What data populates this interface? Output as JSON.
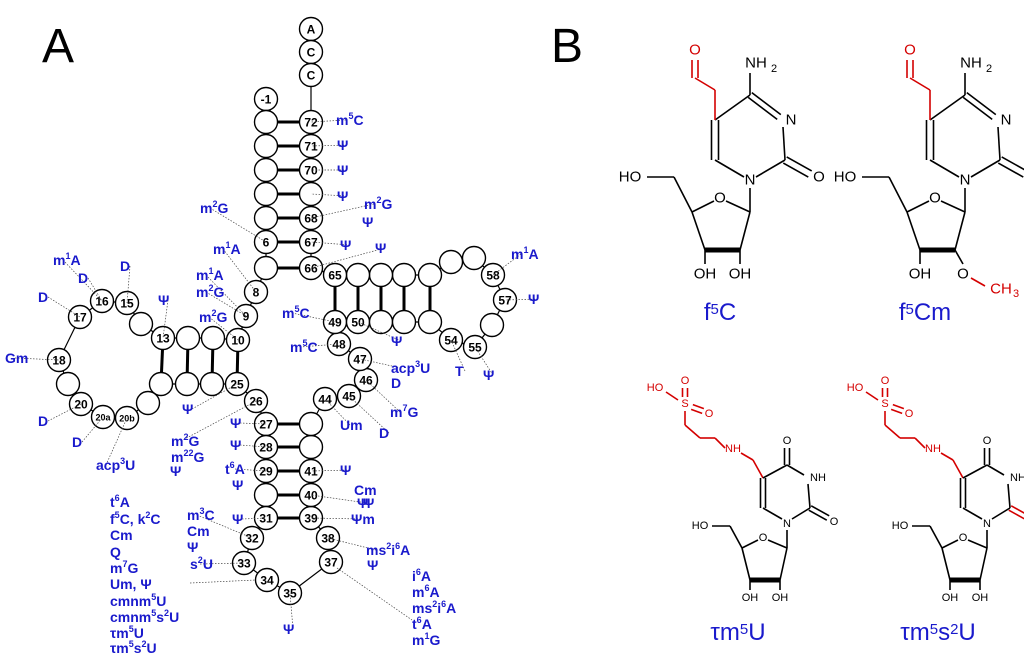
{
  "panels": {
    "a": "A",
    "b": "B"
  },
  "nucleotides": [
    {
      "id": "A",
      "label": "A"
    },
    {
      "id": "C1",
      "label": "C"
    },
    {
      "id": "C2",
      "label": "C"
    },
    {
      "id": "n-1",
      "label": "-1"
    },
    {
      "id": "n72",
      "label": "72"
    },
    {
      "id": "n71",
      "label": "71"
    },
    {
      "id": "n70",
      "label": "70"
    },
    {
      "id": "n68",
      "label": "68"
    },
    {
      "id": "n67",
      "label": "67"
    },
    {
      "id": "n66",
      "label": "66"
    },
    {
      "id": "n6",
      "label": "6"
    },
    {
      "id": "n8",
      "label": "8"
    },
    {
      "id": "n9",
      "label": "9"
    },
    {
      "id": "n10",
      "label": "10"
    },
    {
      "id": "n13",
      "label": "13"
    },
    {
      "id": "n15",
      "label": "15"
    },
    {
      "id": "n16",
      "label": "16"
    },
    {
      "id": "n17",
      "label": "17"
    },
    {
      "id": "n18",
      "label": "18"
    },
    {
      "id": "n20",
      "label": "20"
    },
    {
      "id": "n20a",
      "label": "20a"
    },
    {
      "id": "n20b",
      "label": "20b"
    },
    {
      "id": "n25",
      "label": "25"
    },
    {
      "id": "n26",
      "label": "26"
    },
    {
      "id": "n27",
      "label": "27"
    },
    {
      "id": "n28",
      "label": "28"
    },
    {
      "id": "n29",
      "label": "29"
    },
    {
      "id": "n31",
      "label": "31"
    },
    {
      "id": "n32",
      "label": "32"
    },
    {
      "id": "n33",
      "label": "33"
    },
    {
      "id": "n34",
      "label": "34"
    },
    {
      "id": "n35",
      "label": "35"
    },
    {
      "id": "n37",
      "label": "37"
    },
    {
      "id": "n38",
      "label": "38"
    },
    {
      "id": "n39",
      "label": "39"
    },
    {
      "id": "n40",
      "label": "40"
    },
    {
      "id": "n41",
      "label": "41"
    },
    {
      "id": "n44",
      "label": "44"
    },
    {
      "id": "n45",
      "label": "45"
    },
    {
      "id": "n46",
      "label": "46"
    },
    {
      "id": "n47",
      "label": "47"
    },
    {
      "id": "n48",
      "label": "48"
    },
    {
      "id": "n49",
      "label": "49"
    },
    {
      "id": "n50",
      "label": "50"
    },
    {
      "id": "n54",
      "label": "54"
    },
    {
      "id": "n55",
      "label": "55"
    },
    {
      "id": "n57",
      "label": "57"
    },
    {
      "id": "n58",
      "label": "58"
    },
    {
      "id": "n65",
      "label": "65"
    }
  ],
  "modifications": [
    {
      "id": "m5C_72",
      "t": [
        [
          "m",
          ""
        ],
        [
          "5",
          "sup"
        ],
        [
          "C",
          ""
        ]
      ]
    },
    {
      "id": "psi_71",
      "t": [
        [
          "Ψ",
          ""
        ]
      ]
    },
    {
      "id": "psi_70",
      "t": [
        [
          "Ψ",
          ""
        ]
      ]
    },
    {
      "id": "psi_69",
      "t": [
        [
          "Ψ",
          ""
        ]
      ]
    },
    {
      "id": "m2G_r",
      "t": [
        [
          "m",
          ""
        ],
        [
          "2",
          "sup"
        ],
        [
          "G",
          ""
        ]
      ]
    },
    {
      "id": "psi_68",
      "t": [
        [
          "Ψ",
          ""
        ]
      ]
    },
    {
      "id": "psi_67",
      "t": [
        [
          "Ψ",
          ""
        ]
      ]
    },
    {
      "id": "psi_66",
      "t": [
        [
          "Ψ",
          ""
        ]
      ]
    },
    {
      "id": "m2G_6",
      "t": [
        [
          "m",
          ""
        ],
        [
          "2",
          "sup"
        ],
        [
          "G",
          ""
        ]
      ]
    },
    {
      "id": "m1A_7",
      "t": [
        [
          "m",
          ""
        ],
        [
          "1",
          "sup"
        ],
        [
          "A",
          ""
        ]
      ]
    },
    {
      "id": "m1A_9",
      "t": [
        [
          "m",
          ""
        ],
        [
          "1",
          "sup"
        ],
        [
          "A",
          ""
        ]
      ]
    },
    {
      "id": "m2G_9",
      "t": [
        [
          "m",
          ""
        ],
        [
          "2",
          "sup"
        ],
        [
          "G",
          ""
        ]
      ]
    },
    {
      "id": "m2G_10",
      "t": [
        [
          "m",
          ""
        ],
        [
          "2",
          "sup"
        ],
        [
          "G",
          ""
        ]
      ]
    },
    {
      "id": "m1A_14",
      "t": [
        [
          "m",
          ""
        ],
        [
          "1",
          "sup"
        ],
        [
          "A",
          ""
        ]
      ]
    },
    {
      "id": "D_16",
      "t": [
        [
          "D",
          ""
        ]
      ]
    },
    {
      "id": "D_15",
      "t": [
        [
          "D",
          ""
        ]
      ]
    },
    {
      "id": "D_17",
      "t": [
        [
          "D",
          ""
        ]
      ]
    },
    {
      "id": "psi_13",
      "t": [
        [
          "Ψ",
          ""
        ]
      ]
    },
    {
      "id": "Gm_18",
      "t": [
        [
          "Gm",
          ""
        ]
      ]
    },
    {
      "id": "D_20",
      "t": [
        [
          "D",
          ""
        ]
      ]
    },
    {
      "id": "D_20a",
      "t": [
        [
          "D",
          ""
        ]
      ]
    },
    {
      "id": "acp3U_20b",
      "t": [
        [
          "acp",
          ""
        ],
        [
          "3",
          "sup"
        ],
        [
          "U",
          ""
        ]
      ]
    },
    {
      "id": "psi_25",
      "t": [
        [
          "Ψ",
          ""
        ]
      ]
    },
    {
      "id": "psi_27",
      "t": [
        [
          "Ψ",
          ""
        ]
      ]
    },
    {
      "id": "psi_28",
      "t": [
        [
          "Ψ",
          ""
        ]
      ]
    },
    {
      "id": "m2G_26",
      "t": [
        [
          "m",
          ""
        ],
        [
          "2",
          "sup"
        ],
        [
          "G",
          ""
        ]
      ]
    },
    {
      "id": "m22G_26",
      "t": [
        [
          "m",
          ""
        ],
        [
          "2",
          "sup"
        ],
        [
          "",
          ""
        ],
        [
          "2",
          "sup"
        ],
        [
          "G",
          ""
        ]
      ]
    },
    {
      "id": "psi_26",
      "t": [
        [
          "Ψ",
          ""
        ]
      ]
    },
    {
      "id": "t6A_29",
      "t": [
        [
          "t",
          ""
        ],
        [
          "6",
          "sup"
        ],
        [
          "A",
          ""
        ]
      ]
    },
    {
      "id": "psi_29",
      "t": [
        [
          "Ψ",
          ""
        ]
      ]
    },
    {
      "id": "psi_41",
      "t": [
        [
          "Ψ",
          ""
        ]
      ]
    },
    {
      "id": "psi_40",
      "t": [
        [
          "Ψ",
          ""
        ]
      ]
    },
    {
      "id": "Cm_39",
      "t": [
        [
          "Cm",
          ""
        ]
      ]
    },
    {
      "id": "psi_39",
      "t": [
        [
          "Ψ",
          ""
        ]
      ]
    },
    {
      "id": "psim_39",
      "t": [
        [
          "Ψm",
          ""
        ]
      ]
    },
    {
      "id": "m3C_32",
      "t": [
        [
          "m",
          ""
        ],
        [
          "3",
          "sup"
        ],
        [
          "C",
          ""
        ]
      ]
    },
    {
      "id": "Cm_32",
      "t": [
        [
          "Cm",
          ""
        ]
      ]
    },
    {
      "id": "psi_32",
      "t": [
        [
          "Ψ",
          ""
        ]
      ]
    },
    {
      "id": "psi_31",
      "t": [
        [
          "Ψ",
          ""
        ]
      ]
    },
    {
      "id": "s2U_33",
      "t": [
        [
          "s",
          ""
        ],
        [
          "2",
          "sup"
        ],
        [
          "U",
          ""
        ]
      ]
    },
    {
      "id": "ms2i6A_38",
      "t": [
        [
          "ms",
          ""
        ],
        [
          "2",
          "sup"
        ],
        [
          "i",
          ""
        ],
        [
          "6",
          "sup"
        ],
        [
          "A",
          ""
        ]
      ]
    },
    {
      "id": "psi_38",
      "t": [
        [
          "Ψ",
          ""
        ]
      ]
    },
    {
      "id": "psi_35",
      "t": [
        [
          "Ψ",
          ""
        ]
      ]
    },
    {
      "id": "l34_1",
      "t": [
        [
          "t",
          ""
        ],
        [
          "6",
          "sup"
        ],
        [
          "A",
          ""
        ]
      ]
    },
    {
      "id": "l34_2",
      "t": [
        [
          "f",
          ""
        ],
        [
          "5",
          "sup"
        ],
        [
          "C, k",
          ""
        ],
        [
          "2",
          "sup"
        ],
        [
          "C",
          ""
        ]
      ]
    },
    {
      "id": "l34_3",
      "t": [
        [
          "Cm",
          ""
        ]
      ]
    },
    {
      "id": "l34_4",
      "t": [
        [
          "Q",
          ""
        ]
      ]
    },
    {
      "id": "l34_5",
      "t": [
        [
          "m",
          ""
        ],
        [
          "7",
          "sup"
        ],
        [
          "G",
          ""
        ]
      ]
    },
    {
      "id": "l34_6",
      "t": [
        [
          "Um, Ψ",
          ""
        ]
      ]
    },
    {
      "id": "l34_7",
      "t": [
        [
          "cmnm",
          ""
        ],
        [
          "5",
          "sup"
        ],
        [
          "U",
          ""
        ]
      ]
    },
    {
      "id": "l34_8",
      "t": [
        [
          "cmnm",
          ""
        ],
        [
          "5",
          "sup"
        ],
        [
          "s",
          ""
        ],
        [
          "2",
          "sup"
        ],
        [
          "U",
          ""
        ]
      ]
    },
    {
      "id": "l34_9",
      "t": [
        [
          "τm",
          ""
        ],
        [
          "5",
          "sup"
        ],
        [
          "U",
          ""
        ]
      ]
    },
    {
      "id": "l34_10",
      "t": [
        [
          "τm",
          ""
        ],
        [
          "5",
          "sup"
        ],
        [
          "s",
          ""
        ],
        [
          "2",
          "sup"
        ],
        [
          "U",
          ""
        ]
      ]
    },
    {
      "id": "l37_1",
      "t": [
        [
          "i",
          ""
        ],
        [
          "6",
          "sup"
        ],
        [
          "A",
          ""
        ]
      ]
    },
    {
      "id": "l37_2",
      "t": [
        [
          "m",
          ""
        ],
        [
          "6",
          "sup"
        ],
        [
          "A",
          ""
        ]
      ]
    },
    {
      "id": "l37_3",
      "t": [
        [
          "ms",
          ""
        ],
        [
          "2",
          "sup"
        ],
        [
          "i",
          ""
        ],
        [
          "6",
          "sup"
        ],
        [
          "A",
          ""
        ]
      ]
    },
    {
      "id": "l37_4",
      "t": [
        [
          "t",
          ""
        ],
        [
          "6",
          "sup"
        ],
        [
          "A",
          ""
        ]
      ]
    },
    {
      "id": "l37_5",
      "t": [
        [
          "m",
          ""
        ],
        [
          "1",
          "sup"
        ],
        [
          "G",
          ""
        ]
      ]
    },
    {
      "id": "m5C_49",
      "t": [
        [
          "m",
          ""
        ],
        [
          "5",
          "sup"
        ],
        [
          "C",
          ""
        ]
      ]
    },
    {
      "id": "m5C_48",
      "t": [
        [
          "m",
          ""
        ],
        [
          "5",
          "sup"
        ],
        [
          "C",
          ""
        ]
      ]
    },
    {
      "id": "psi_50",
      "t": [
        [
          "Ψ",
          ""
        ]
      ]
    },
    {
      "id": "acp3U_47",
      "t": [
        [
          "acp",
          ""
        ],
        [
          "3",
          "sup"
        ],
        [
          "U",
          ""
        ]
      ]
    },
    {
      "id": "D_47",
      "t": [
        [
          "D",
          ""
        ]
      ]
    },
    {
      "id": "m7G_46",
      "t": [
        [
          "m",
          ""
        ],
        [
          "7",
          "sup"
        ],
        [
          "G",
          ""
        ]
      ]
    },
    {
      "id": "Um_44",
      "t": [
        [
          "Um",
          ""
        ]
      ]
    },
    {
      "id": "D_45",
      "t": [
        [
          "D",
          ""
        ]
      ]
    },
    {
      "id": "T_54",
      "t": [
        [
          "T",
          ""
        ]
      ]
    },
    {
      "id": "psi_55",
      "t": [
        [
          "Ψ",
          ""
        ]
      ]
    },
    {
      "id": "m1A_58",
      "t": [
        [
          "m",
          ""
        ],
        [
          "1",
          "sup"
        ],
        [
          "A",
          ""
        ]
      ]
    },
    {
      "id": "psi_57",
      "t": [
        [
          "Ψ",
          ""
        ]
      ]
    }
  ],
  "compounds": [
    {
      "id": "f5C",
      "t": [
        [
          "f",
          ""
        ],
        [
          "5",
          "sup"
        ],
        [
          "C",
          ""
        ]
      ]
    },
    {
      "id": "f5Cm",
      "t": [
        [
          "f",
          ""
        ],
        [
          "5",
          "sup"
        ],
        [
          "Cm",
          ""
        ]
      ]
    },
    {
      "id": "tm5U",
      "t": [
        [
          "τm",
          ""
        ],
        [
          "5",
          "sup"
        ],
        [
          "U",
          ""
        ]
      ]
    },
    {
      "id": "tm5s2U",
      "t": [
        [
          "τm",
          ""
        ],
        [
          "5",
          "sup"
        ],
        [
          "s",
          ""
        ],
        [
          "2",
          "sup"
        ],
        [
          "U",
          ""
        ]
      ]
    }
  ],
  "atoms": {
    "NH2": "NH",
    "sub2": "2",
    "N": "N",
    "O": "O",
    "HO": "HO",
    "OH": "OH",
    "CH": "CH",
    "sub3": "3",
    "NH": "NH",
    "S": "S",
    "OHsm": "OH",
    "HOsm": "HO",
    "Ssm": "S",
    "Osm": "O"
  },
  "colors": {
    "modification": "#1a1acc",
    "highlight": "#d40000"
  }
}
